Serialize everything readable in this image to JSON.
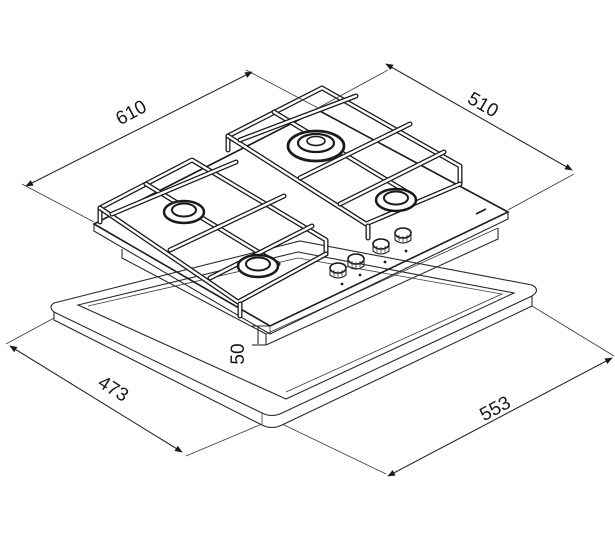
{
  "dimensions": {
    "width": "610",
    "depth": "510",
    "cutout_width": "553",
    "cutout_depth": "473",
    "height": "50"
  },
  "colors": {
    "line": "#2a2a2a",
    "background": "#ffffff"
  }
}
